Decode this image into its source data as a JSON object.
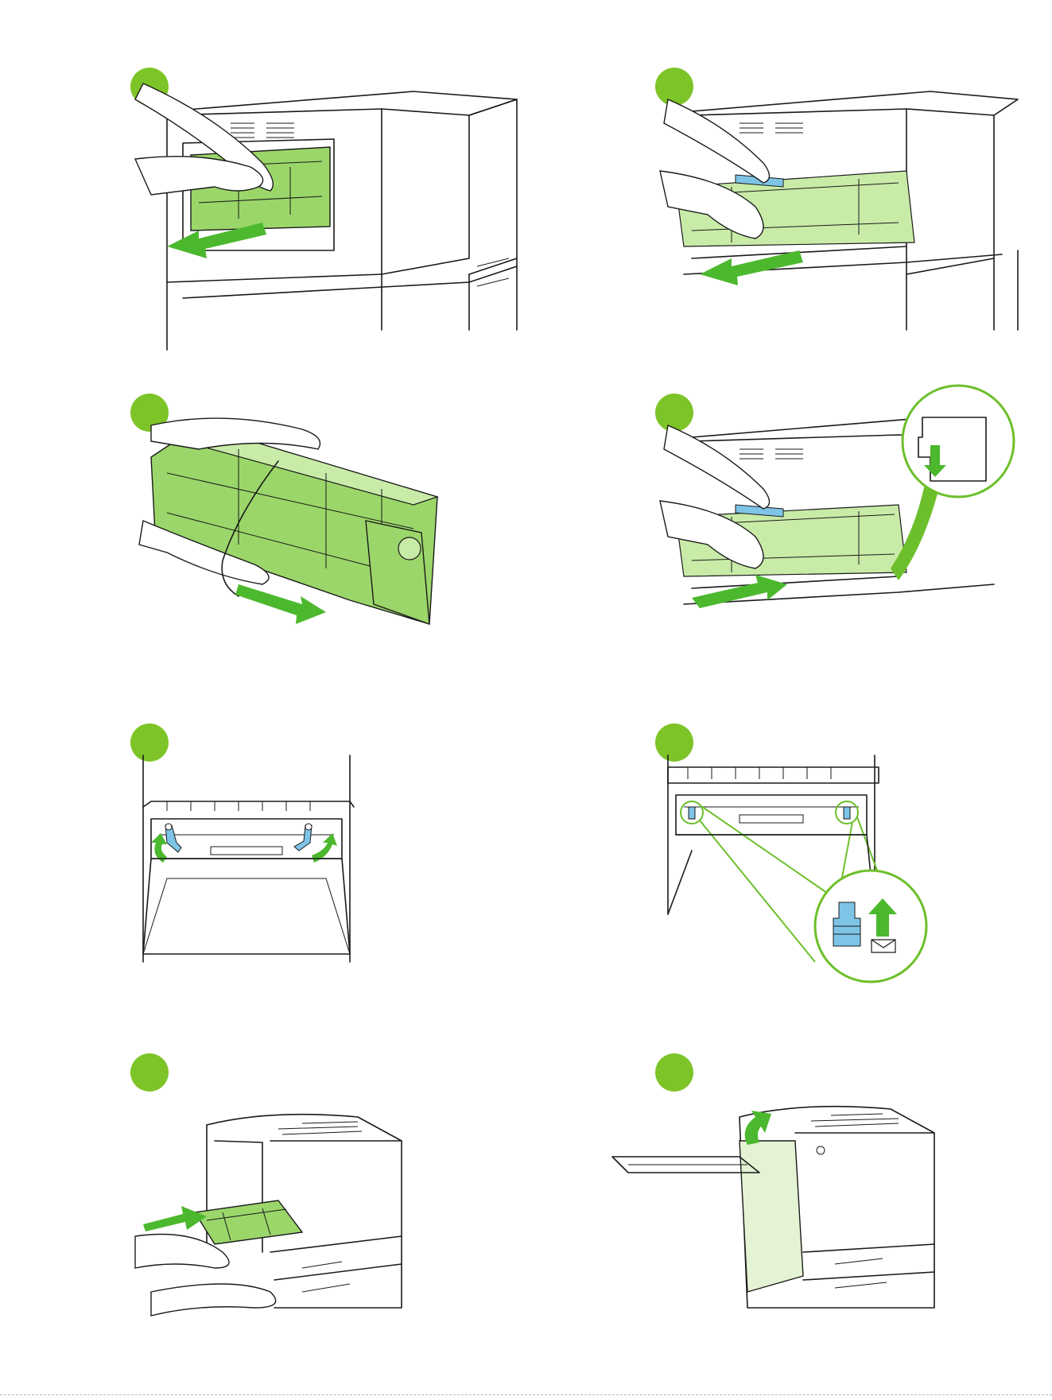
{
  "colors": {
    "step_marker": "#7dc428",
    "fuser_highlight": "#9bd66a",
    "arrow": "#4cb82e",
    "lever_highlight": "#7ec4e6"
  },
  "panels": [
    {
      "name": "remove-fuser-start",
      "arrow_direction": "out"
    },
    {
      "name": "pull-fuser-with-handle",
      "arrow_direction": "out"
    },
    {
      "name": "carry-fuser",
      "arrow_direction": "right"
    },
    {
      "name": "insert-fuser",
      "arrow_direction": "in"
    },
    {
      "name": "rotate-levers",
      "arrow_direction": "rotate"
    },
    {
      "name": "envelope-lever-setting",
      "arrow_direction": "up"
    },
    {
      "name": "reinsert-duplexer",
      "arrow_direction": "in"
    },
    {
      "name": "close-left-door",
      "arrow_direction": "up"
    }
  ],
  "icons": [
    "envelope-icon",
    "hp-logo-icon"
  ]
}
